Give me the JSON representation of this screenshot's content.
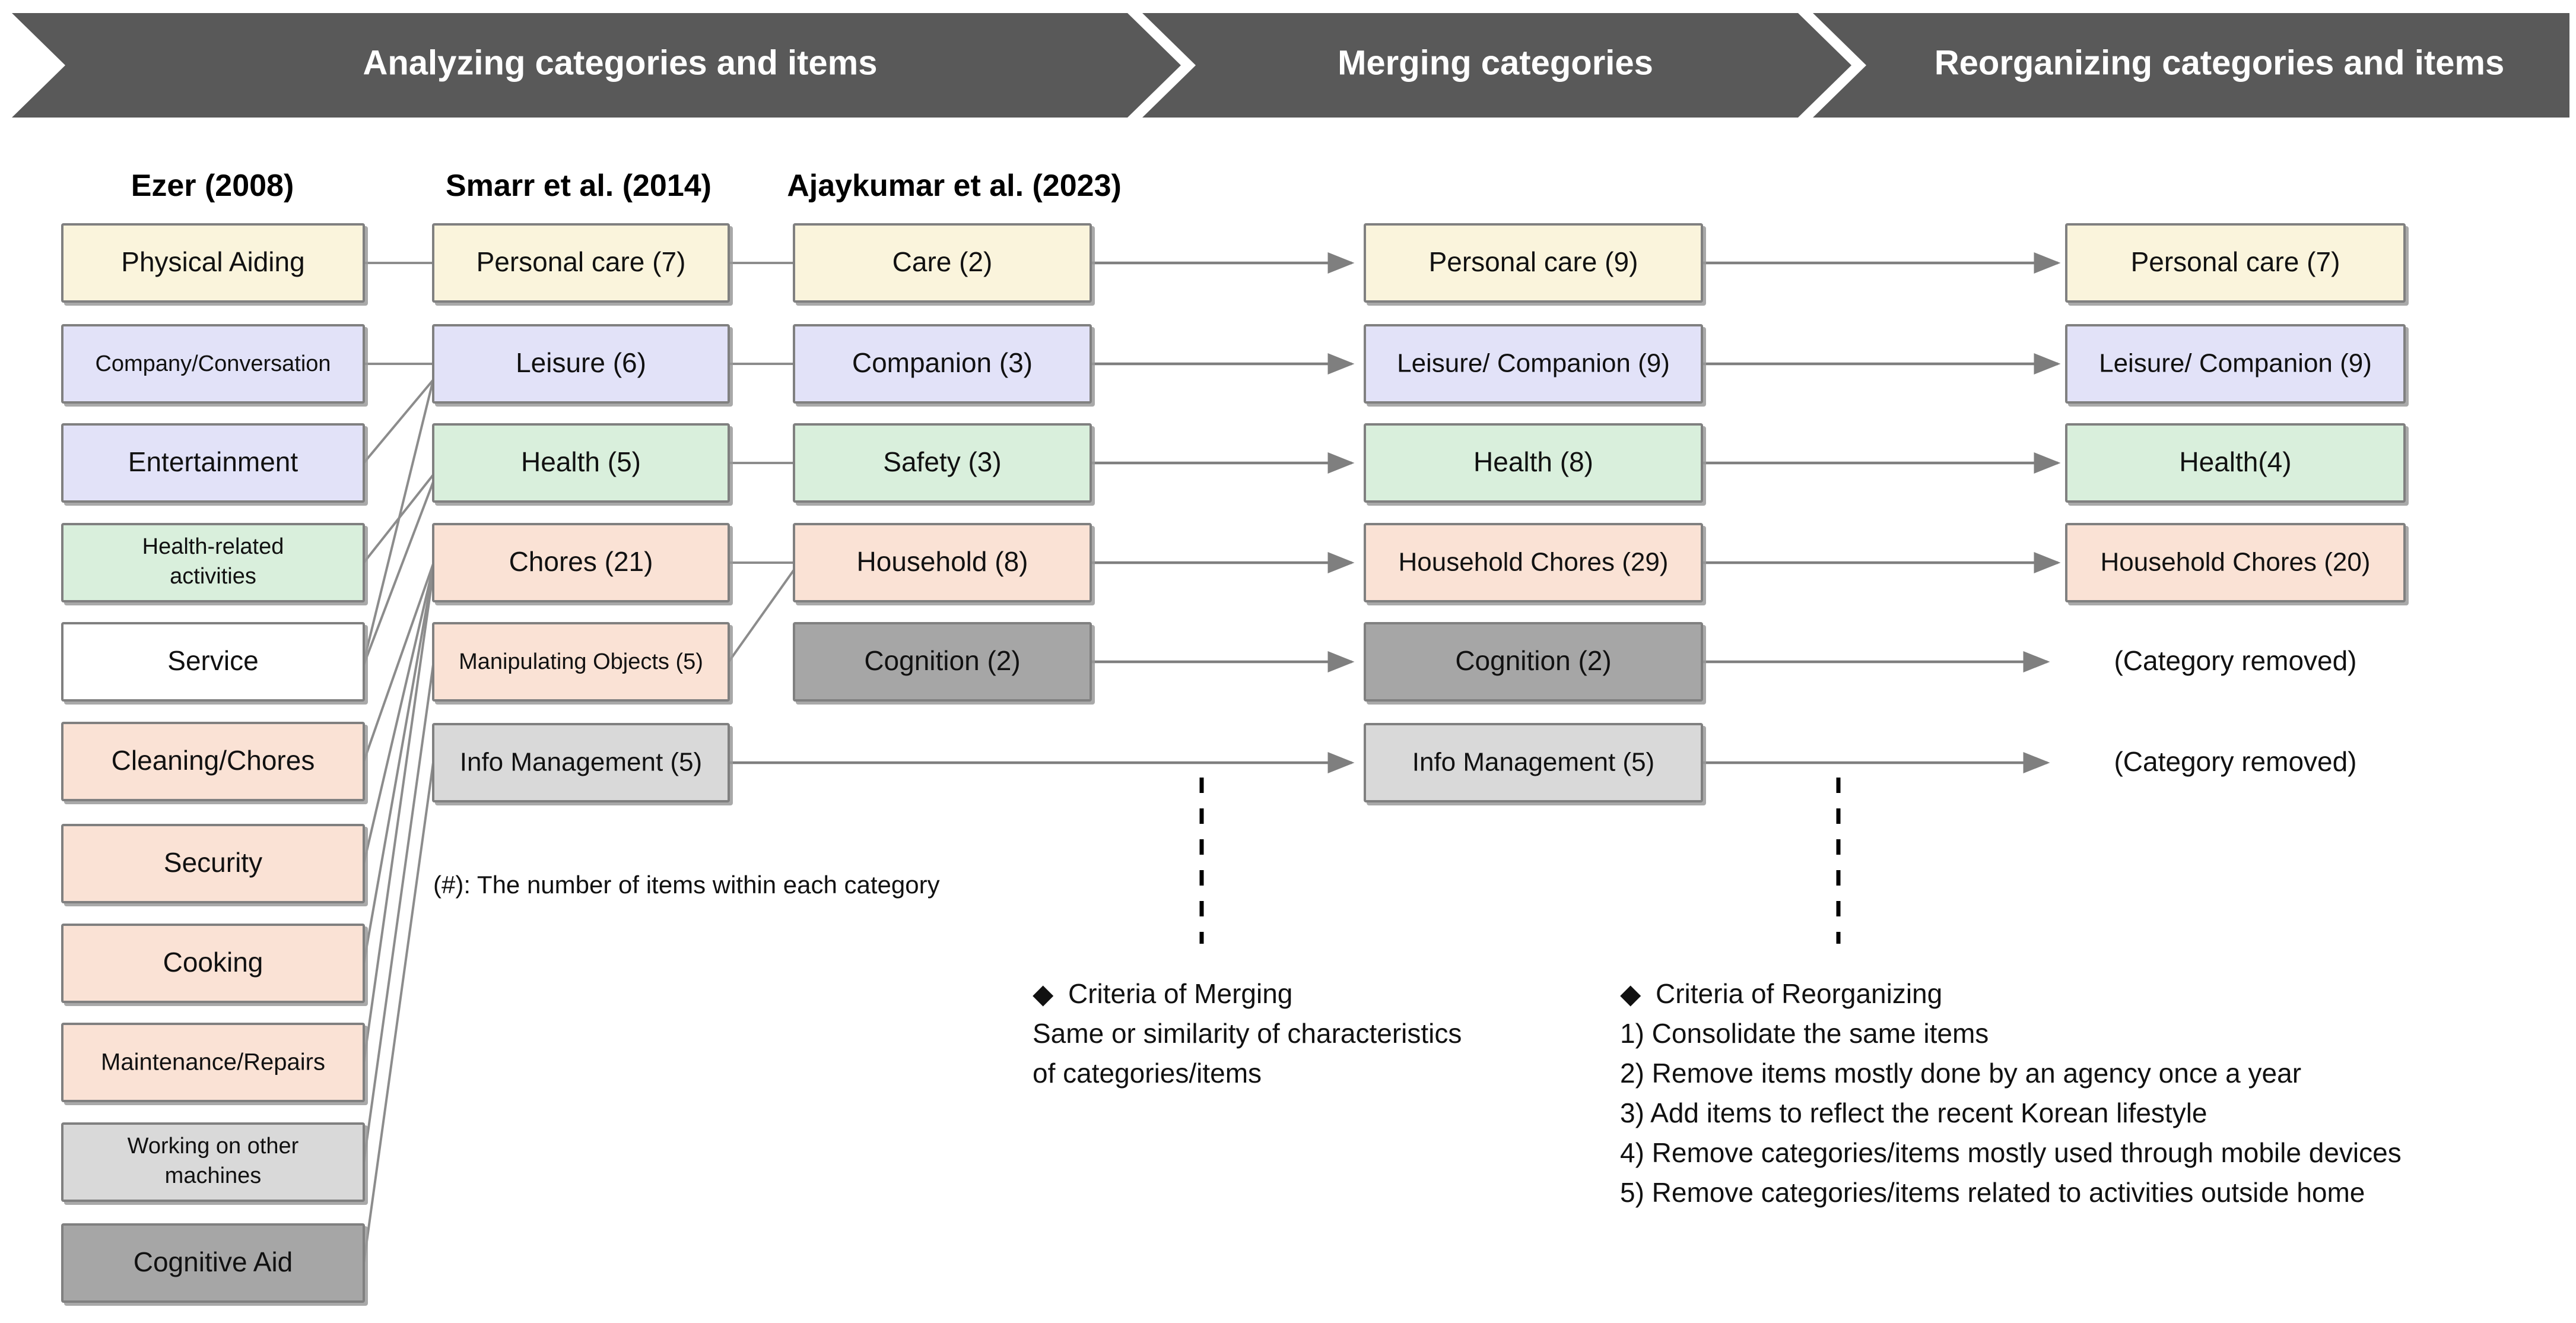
{
  "banner": {
    "steps": [
      {
        "label": "Analyzing categories and items"
      },
      {
        "label": "Merging categories"
      },
      {
        "label": "Reorganizing categories and items"
      }
    ],
    "color": "#595959",
    "text_color": "#FFFFFF"
  },
  "column_headers": [
    {
      "label": "Ezer (2008)"
    },
    {
      "label": "Smarr et al. (2014)"
    },
    {
      "label": "Ajaykumar et al. (2023)"
    }
  ],
  "palette": {
    "cream": "#FAF4DC",
    "lavender": "#E2E2F8",
    "green": "#D9EFDC",
    "peach": "#FAE2D5",
    "white": "#FFFFFF",
    "light_gray": "#D9D9D9",
    "dark_gray": "#A6A6A6",
    "border": "#808080",
    "connector": "#8C8C8C"
  },
  "columns": {
    "ezer": {
      "name": "Ezer (2008)",
      "items": [
        {
          "label": "Physical Aiding",
          "fill": "#FAF4DC",
          "font": 46
        },
        {
          "label": "Company/Conversation",
          "fill": "#E2E2F8",
          "font": 38
        },
        {
          "label": "Entertainment",
          "fill": "#E2E2F8",
          "font": 46
        },
        {
          "label": "Health-related activities",
          "fill": "#D9EFDC",
          "font": 38
        },
        {
          "label": "Service",
          "fill": "#FFFFFF",
          "font": 46
        },
        {
          "label": "Cleaning/Chores",
          "fill": "#FAE2D5",
          "font": 46
        },
        {
          "label": "Security",
          "fill": "#FAE2D5",
          "font": 46
        },
        {
          "label": "Cooking",
          "fill": "#FAE2D5",
          "font": 46
        },
        {
          "label": "Maintenance/Repairs",
          "fill": "#FAE2D5",
          "font": 40
        },
        {
          "label": "Working on other machines",
          "fill": "#D9D9D9",
          "font": 38
        },
        {
          "label": "Cognitive Aid",
          "fill": "#A6A6A6",
          "font": 46
        }
      ]
    },
    "smarr": {
      "name": "Smarr et al. (2014)",
      "items": [
        {
          "label": "Personal care (7)",
          "fill": "#FAF4DC",
          "count": 7,
          "font": 46
        },
        {
          "label": "Leisure (6)",
          "fill": "#E2E2F8",
          "count": 6,
          "font": 46
        },
        {
          "label": "Health (5)",
          "fill": "#D9EFDC",
          "count": 5,
          "font": 46
        },
        {
          "label": "Chores (21)",
          "fill": "#FAE2D5",
          "count": 21,
          "font": 46
        },
        {
          "label": "Manipulating Objects (5)",
          "fill": "#FAE2D5",
          "count": 5,
          "font": 38
        },
        {
          "label": "Info Management (5)",
          "fill": "#D9D9D9",
          "count": 5,
          "font": 44
        }
      ]
    },
    "ajaykumar": {
      "name": "Ajaykumar et al. (2023)",
      "items": [
        {
          "label": "Care (2)",
          "fill": "#FAF4DC",
          "count": 2,
          "font": 46
        },
        {
          "label": "Companion (3)",
          "fill": "#E2E2F8",
          "count": 3,
          "font": 46
        },
        {
          "label": "Safety (3)",
          "fill": "#D9EFDC",
          "count": 3,
          "font": 46
        },
        {
          "label": "Household (8)",
          "fill": "#FAE2D5",
          "count": 8,
          "font": 46
        },
        {
          "label": "Cognition (2)",
          "fill": "#A6A6A6",
          "count": 2,
          "font": 46
        }
      ]
    },
    "merged": {
      "name": "Merging categories",
      "items": [
        {
          "label": "Personal care (9)",
          "fill": "#FAF4DC",
          "count": 9,
          "font": 46
        },
        {
          "label": "Leisure/ Companion (9)",
          "fill": "#E2E2F8",
          "count": 9,
          "font": 44
        },
        {
          "label": "Health (8)",
          "fill": "#D9EFDC",
          "count": 8,
          "font": 46
        },
        {
          "label": "Household Chores (29)",
          "fill": "#FAE2D5",
          "count": 29,
          "font": 44
        },
        {
          "label": "Cognition (2)",
          "fill": "#A6A6A6",
          "count": 2,
          "font": 46
        },
        {
          "label": "Info Management (5)",
          "fill": "#D9D9D9",
          "count": 5,
          "font": 44
        }
      ]
    },
    "reorganized": {
      "name": "Reorganizing categories and items",
      "items": [
        {
          "label": "Personal care (7)",
          "fill": "#FAF4DC",
          "count": 7,
          "font": 46,
          "boxed": true
        },
        {
          "label": "Leisure/ Companion (9)",
          "fill": "#E2E2F8",
          "count": 9,
          "font": 44,
          "boxed": true
        },
        {
          "label": "Health(4)",
          "fill": "#D9EFDC",
          "count": 4,
          "font": 46,
          "boxed": true
        },
        {
          "label": "Household Chores (20)",
          "fill": "#FAE2D5",
          "count": 20,
          "font": 44,
          "boxed": true
        },
        {
          "label": "(Category removed)",
          "fill": null,
          "font": 46,
          "boxed": false
        },
        {
          "label": "(Category removed)",
          "fill": null,
          "font": 46,
          "boxed": false
        }
      ]
    }
  },
  "legend_note": "(#): The number of items within each category",
  "criteria_merging": {
    "heading": "Criteria of Merging",
    "bullet": "◆",
    "lines": [
      "Same or similarity of characteristics",
      "of categories/items"
    ]
  },
  "criteria_reorganizing": {
    "heading": "Criteria of Reorganizing",
    "bullet": "◆",
    "lines": [
      "1) Consolidate the same items",
      "2) Remove items mostly done by an agency once a year",
      "3) Add items to reflect the recent Korean lifestyle",
      "4) Remove categories/items mostly used through mobile devices",
      "5) Remove categories/items related to activities outside home"
    ]
  }
}
